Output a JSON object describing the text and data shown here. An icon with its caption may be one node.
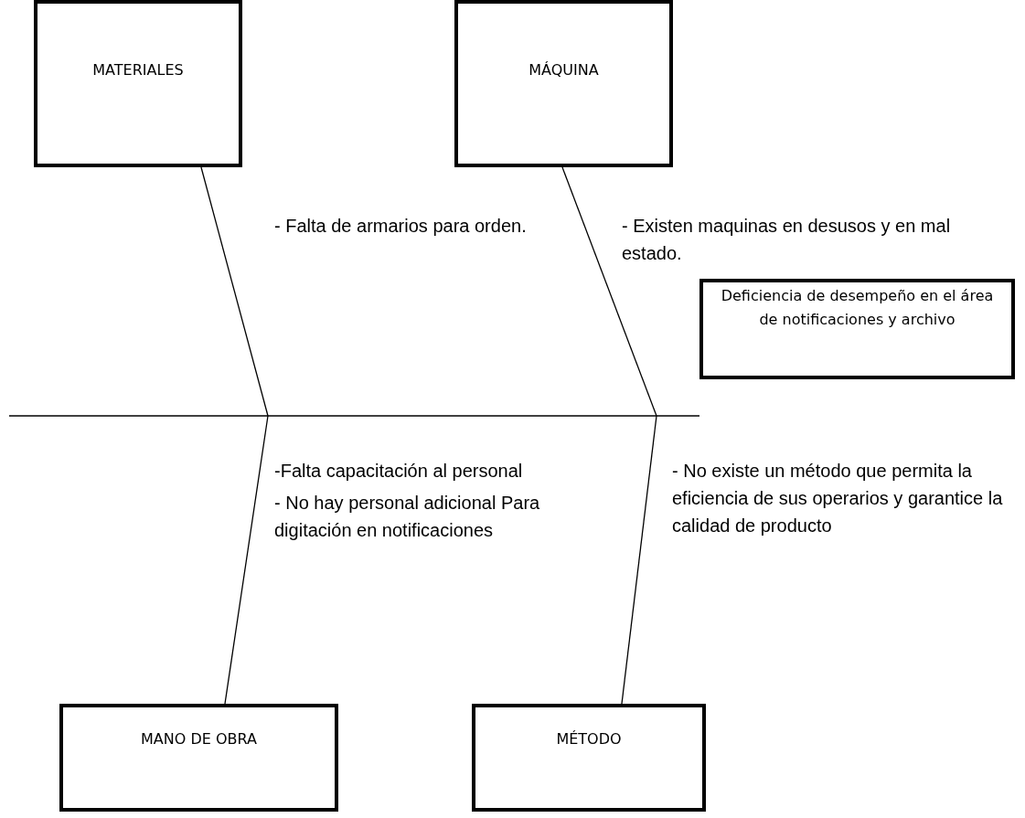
{
  "diagram": {
    "nodes": [
      {
        "text": [
          "MATERIALES"
        ]
      },
      {
        "text": [
          "MÁQUINA"
        ]
      },
      {
        "text": [
          "Deficiencia de desempeño en el área de notificaciones y archivo"
        ]
      },
      {
        "text": [
          "MANO DE OBRA"
        ]
      },
      {
        "text": [
          "MÉTODO"
        ]
      }
    ],
    "edges": [
      {
        "from": 0,
        "to": null,
        "arrow": "none"
      },
      {
        "from": 1,
        "to": null,
        "arrow": "none"
      },
      {
        "from": null,
        "to": 2,
        "arrow": "none"
      },
      {
        "from": 3,
        "to": null,
        "arrow": "none"
      },
      {
        "from": 4,
        "to": null,
        "arrow": "none"
      }
    ],
    "labels": [
      "- Falta de armarios para orden.",
      "- Existen maquinas en desusos y en mal estado.",
      "-Falta capacitación al personal",
      "- No hay personal adicional Para digitación en notificaciones",
      "- No existe un método que permita la eficiencia de sus operarios y garantice la calidad de producto"
    ]
  }
}
